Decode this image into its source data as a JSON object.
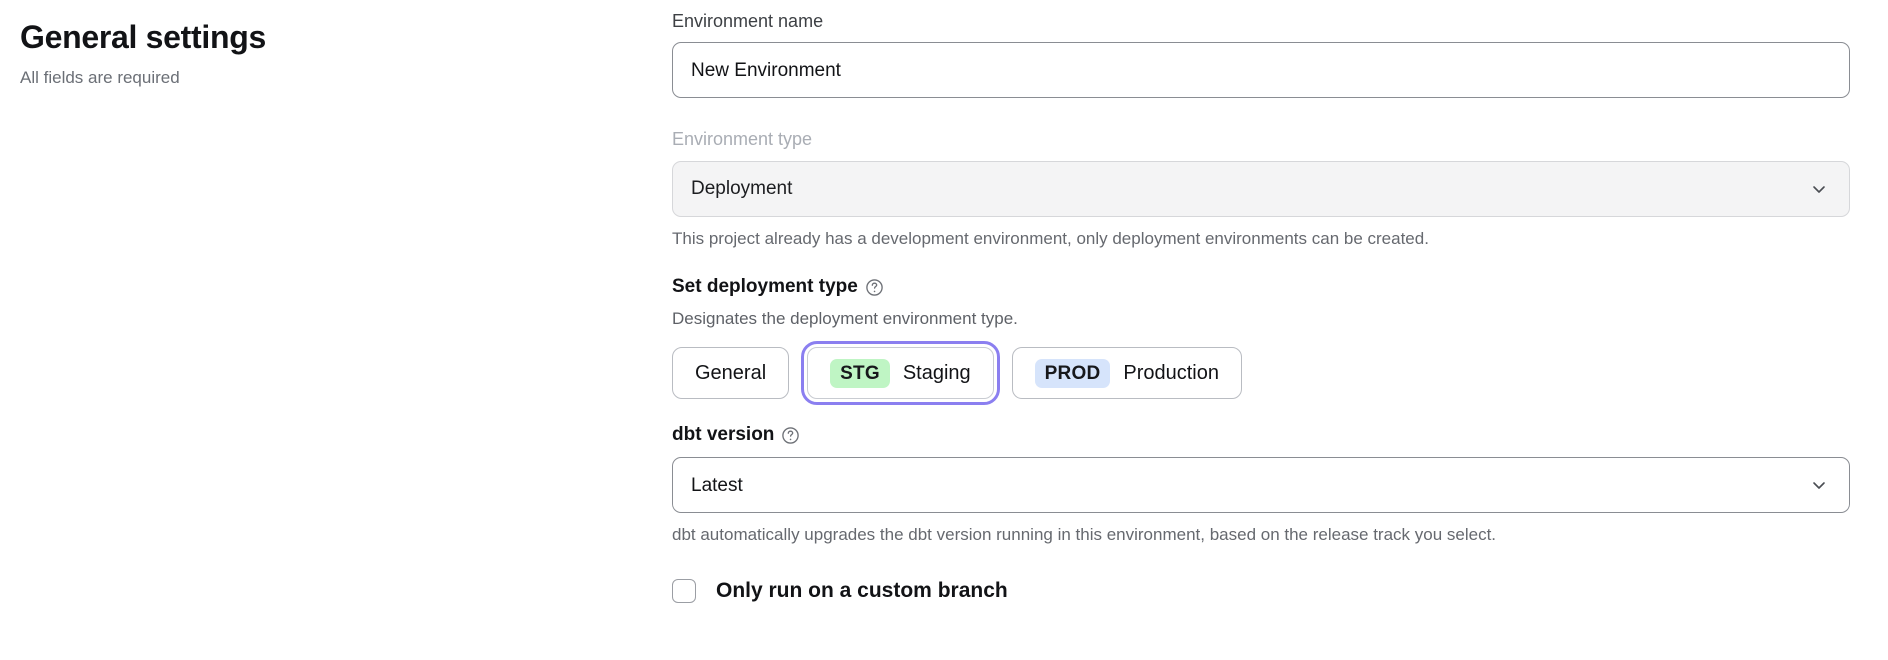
{
  "header": {
    "title": "General settings",
    "subtitle": "All fields are required"
  },
  "form": {
    "environment_name": {
      "label": "Environment name",
      "value": "New Environment",
      "placeholder": "Environment name"
    },
    "environment_type": {
      "label": "Environment type",
      "value": "Deployment",
      "disabled": true,
      "chevron_icon": "chevron-down-icon",
      "helper": "This project already has a development environment, only deployment environments can be created."
    },
    "deployment_type": {
      "label": "Set deployment type",
      "help_icon": "question-circle-icon",
      "helper": "Designates the deployment environment type.",
      "selected": "Staging",
      "options": [
        {
          "label": "General",
          "badge": "",
          "badge_style": "",
          "selected": false
        },
        {
          "label": "Staging",
          "badge": "STG",
          "badge_style": "badge-stg",
          "selected": true
        },
        {
          "label": "Production",
          "badge": "PROD",
          "badge_style": "badge-prod",
          "selected": false
        }
      ]
    },
    "dbt_version": {
      "label": "dbt version",
      "help_icon": "question-circle-icon",
      "value": "Latest",
      "chevron_icon": "chevron-down-icon",
      "helper": "dbt automatically upgrades the dbt version running in this environment, based on the release track you select."
    },
    "custom_branch": {
      "label": "Only run on a custom branch",
      "checked": false
    }
  },
  "colors": {
    "accent_focus": "#8b7ff0",
    "badge_staging_bg": "#bff5c4",
    "badge_production_bg": "#d6e4fb",
    "text_primary": "#121316",
    "text_muted": "#66696f",
    "text_disabled": "#a9adb4"
  }
}
